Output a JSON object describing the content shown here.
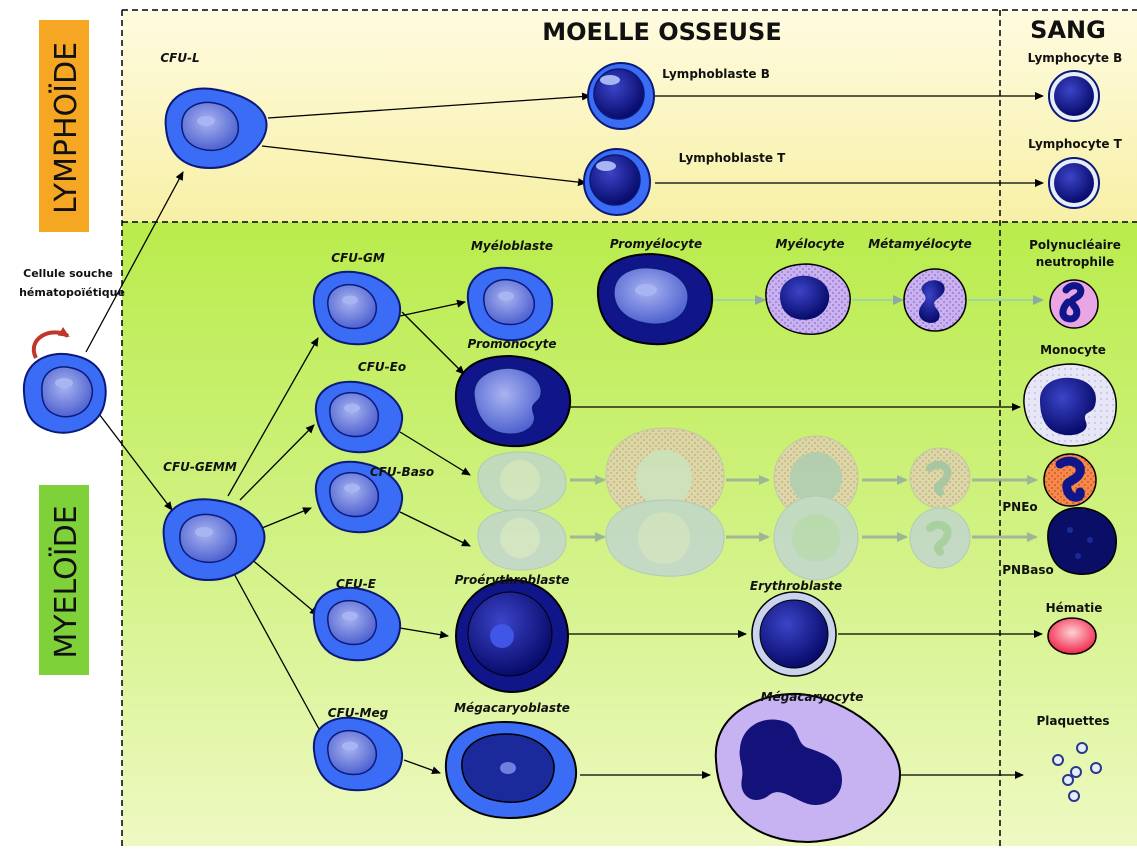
{
  "headers": {
    "bone_marrow": "MOELLE OSSEUSE",
    "blood": "SANG"
  },
  "lineages": {
    "lymphoid": "LYMPHOÏDE",
    "myeloid": "MYELOÏDE"
  },
  "stem_cell": {
    "line1": "Cellule souche",
    "line2": "hématopoïétique"
  },
  "progenitors": {
    "cfu_l": "CFU-L",
    "cfu_gemm": "CFU-GEMM",
    "cfu_gm": "CFU-GM",
    "cfu_eo": "CFU-Eo",
    "cfu_baso": "CFU-Baso",
    "cfu_e": "CFU-E",
    "cfu_meg": "CFU-Meg"
  },
  "cells": {
    "lymphoblast_b": "Lymphoblaste B",
    "lymphoblast_t": "Lymphoblaste T",
    "myeloblast": "Myéloblaste",
    "promyelocyte": "Promyélocyte",
    "myelocyte": "Myélocyte",
    "metamyelocyte": "Métamyélocyte",
    "promonocyte": "Promonocyte",
    "proerythroblast": "Proérythroblaste",
    "erythroblast": "Erythroblaste",
    "megakaryoblast": "Mégacaryoblaste",
    "megakaryocyte": "Mégacaryocyte"
  },
  "blood_cells": {
    "lymphocyte_b": "Lymphocyte B",
    "lymphocyte_t": "Lymphocyte T",
    "neutrophil_1": "Polynucléaire",
    "neutrophil_2": "neutrophile",
    "monocyte": "Monocyte",
    "pneo": "PNEo",
    "pnbaso": "PNBaso",
    "hematie": "Hématie",
    "platelets": "Plaquettes"
  },
  "colors": {
    "lymphoid_bg": "#fdf6c4",
    "myeloid_bg": "#c9f06a",
    "lymphoid_label": "#f5a623",
    "myeloid_label": "#7fd13a",
    "cell_blue": "#3b6cf5",
    "nucleus": "#5a6fd8",
    "dark_blue": "#10158a",
    "lilac": "#c8b3f2",
    "red_arrow": "#c0362c"
  }
}
